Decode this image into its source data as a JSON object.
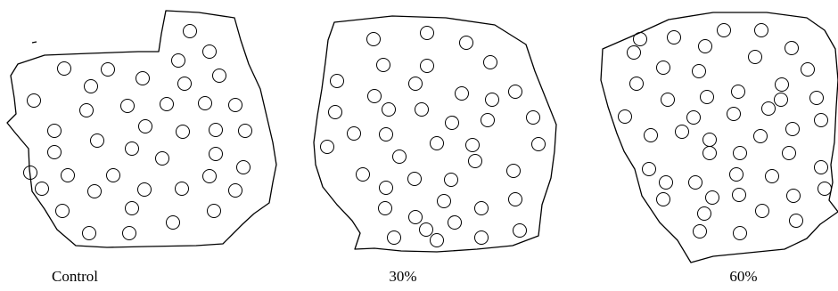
{
  "panels": [
    {
      "label": "Control"
    },
    {
      "label": "30%"
    },
    {
      "label": "60%"
    }
  ]
}
